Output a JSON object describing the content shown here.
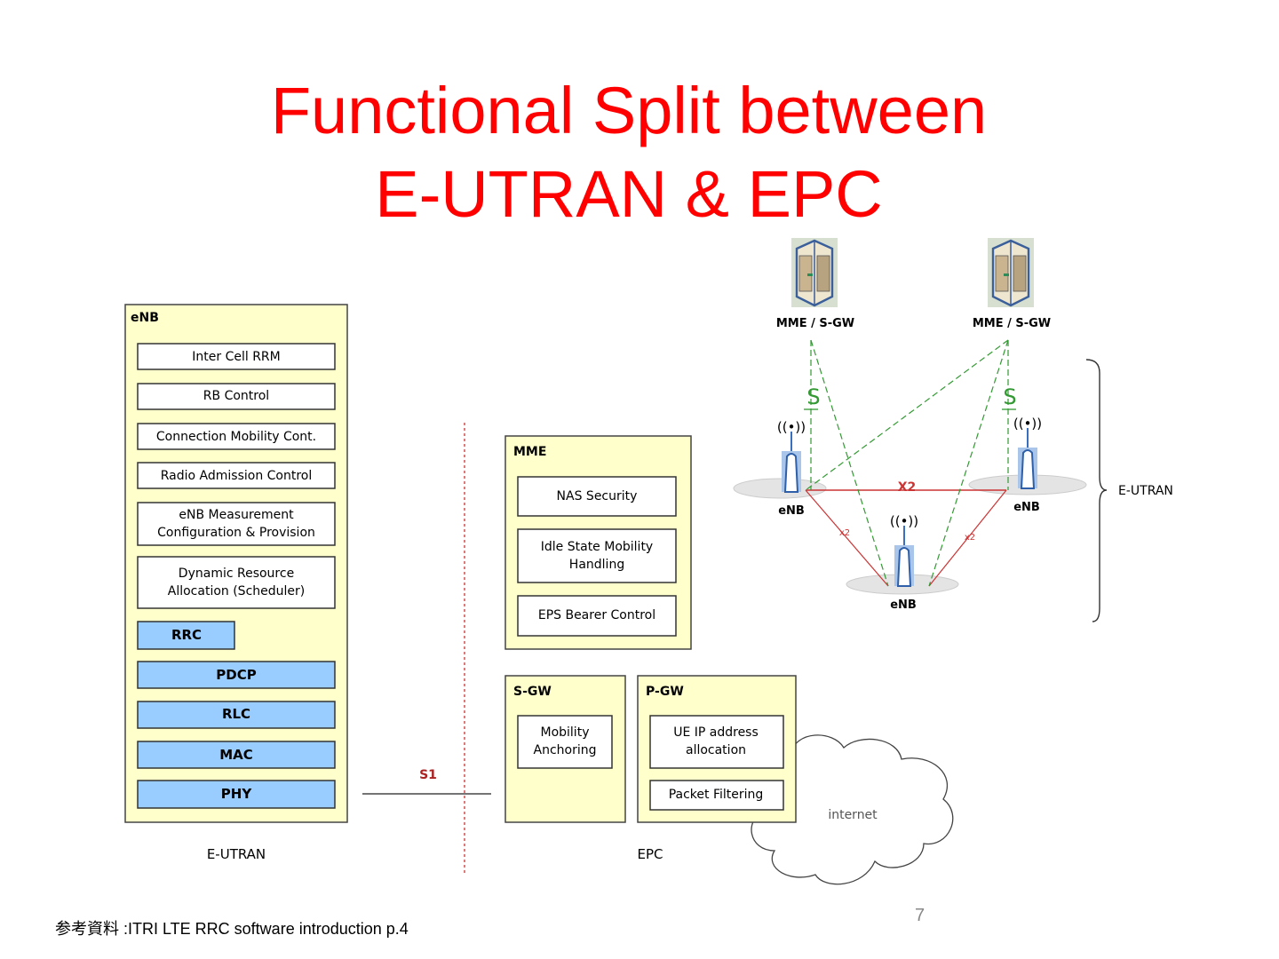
{
  "slide": {
    "title_line1": "Functional Split between",
    "title_line2": "E-UTRAN & EPC",
    "page_number": "7",
    "footnote": "参考資料 :ITRI LTE RRC software introduction p.4"
  },
  "colors": {
    "title": "#ff0000",
    "panel_fill": "#ffffcc",
    "protocol_fill": "#99ccff",
    "interface_line": "#cc3333",
    "s1_line": "#339933"
  },
  "enb_panel": {
    "label": "eNB",
    "functions": [
      "Inter Cell RRM",
      "RB Control",
      "Connection Mobility Cont.",
      "Radio Admission Control",
      "eNB Measurement",
      "Configuration & Provision",
      "Dynamic Resource",
      "Allocation (Scheduler)"
    ],
    "layers": [
      "RRC",
      "PDCP",
      "RLC",
      "MAC",
      "PHY"
    ],
    "caption": "E-UTRAN"
  },
  "s1_label": "S1",
  "epc": {
    "caption": "EPC",
    "mme": {
      "label": "MME",
      "functions": [
        "NAS Security",
        "Idle State Mobility",
        "Handling",
        "EPS Bearer Control"
      ]
    },
    "sgw": {
      "label": "S-GW",
      "functions": [
        "Mobility",
        "Anchoring"
      ]
    },
    "pgw": {
      "label": "P-GW",
      "functions": [
        "UE IP address",
        "allocation",
        "Packet Filtering"
      ]
    }
  },
  "internet_label": "internet",
  "topology": {
    "core_nodes": [
      "MME / S-GW",
      "MME / S-GW"
    ],
    "enb_nodes": [
      "eNB",
      "eNB",
      "eNB"
    ],
    "s1_labels": [
      "S",
      "S"
    ],
    "x2_labels": [
      "X2",
      "x2",
      "x2"
    ],
    "eutran_label": "E-UTRAN",
    "icons": [
      "server-icon",
      "antenna-icon"
    ]
  }
}
